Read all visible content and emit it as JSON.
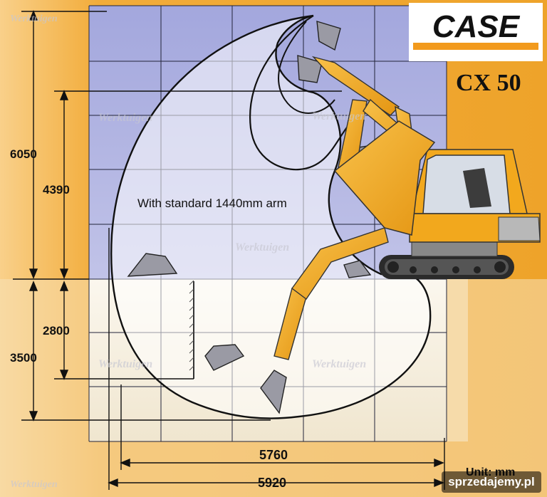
{
  "brand": {
    "name": "CASE",
    "model": "CX 50"
  },
  "note": "With standard 1440mm arm",
  "dimensions": {
    "max_height": "6050",
    "dump_height": "4390",
    "dig_depth_flat": "2800",
    "max_dig_depth": "3500",
    "reach_ground": "5760",
    "max_reach": "5920"
  },
  "unit_label": "Unit: mm",
  "watermark": "Werktuigen",
  "site_badge": "sprzedajemy.pl",
  "colors": {
    "orange": "#f0a62a",
    "sky": "#a9addf",
    "ground": "#f4eedd",
    "machine": "#f2a81d"
  }
}
